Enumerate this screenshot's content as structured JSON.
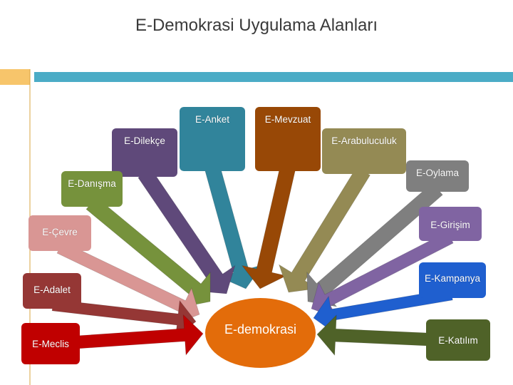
{
  "title": "E-Demokrasi Uygulama Alanları",
  "center": {
    "label": "E-demokrasi",
    "color": "#e36c0a"
  },
  "nodes": [
    {
      "id": "anket",
      "label": "E-Anket",
      "color": "#31849b"
    },
    {
      "id": "mevzuat",
      "label": "E-Mevzuat",
      "color": "#984806"
    },
    {
      "id": "dilekce",
      "label": "E-Dilekçe",
      "color": "#5f497a"
    },
    {
      "id": "arabuluculuk",
      "label": "E-Arabuluculuk",
      "color": "#948a54"
    },
    {
      "id": "danisma",
      "label": "E-Danışma",
      "color": "#76923c"
    },
    {
      "id": "oylama",
      "label": "E-Oylama",
      "color": "#7f7f7f"
    },
    {
      "id": "cevre",
      "label": "E-Çevre",
      "color": "#d99694"
    },
    {
      "id": "girisim",
      "label": "E-Girişim",
      "color": "#8064a2"
    },
    {
      "id": "adalet",
      "label": "E-Adalet",
      "color": "#953735"
    },
    {
      "id": "kampanya",
      "label": "E-Kampanya",
      "color": "#1f5fcf"
    },
    {
      "id": "meclis",
      "label": "E-Meclis",
      "color": "#c00000"
    },
    {
      "id": "katilim",
      "label": "E-Katılım",
      "color": "#4f6228"
    }
  ],
  "decoration": {
    "accent_orange": "#f7c56b",
    "accent_blue": "#4bacc6",
    "frame_line": "#d9a441"
  }
}
